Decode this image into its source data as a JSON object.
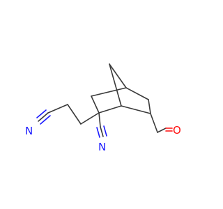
{
  "molecule": {
    "atoms": {
      "nitrile_n_left": {
        "symbol": "N",
        "color": "#1a1aff"
      },
      "nitrile_n_bottom": {
        "symbol": "N",
        "color": "#1a1aff"
      },
      "aldehyde_o": {
        "symbol": "O",
        "color": "#ff0d0d"
      }
    },
    "colors": {
      "bond": "#3a3a3a",
      "nitrogen": "#1a1aff",
      "oxygen": "#ff0d0d",
      "background": "#ffffff"
    }
  }
}
